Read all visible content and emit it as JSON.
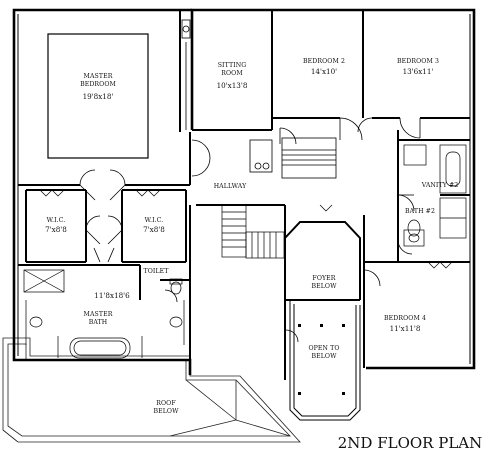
{
  "title": "2ND FLOOR PLAN",
  "rooms": {
    "master_bedroom": {
      "name_line1": "MASTER",
      "name_line2": "BEDROOM",
      "size": "19'8x18'"
    },
    "sitting_room": {
      "name_line1": "SITTING",
      "name_line2": "ROOM",
      "size": "10'x13'8"
    },
    "bedroom2": {
      "name": "BEDROOM 2",
      "size": "14'x10'"
    },
    "bedroom3": {
      "name": "BEDROOM 3",
      "size": "13'6x11'"
    },
    "hallway": {
      "name": "HALLWAY"
    },
    "vanity2": {
      "name": "VANITY #2"
    },
    "bath2": {
      "name": "BATH #2"
    },
    "wic_left": {
      "name": "W.I.C.",
      "size": "7'x8'8"
    },
    "wic_right": {
      "name": "W.I.C.",
      "size": "7'x8'8"
    },
    "toilet": {
      "name": "TOILET"
    },
    "master_bath": {
      "size": "11'8x18'6",
      "name_line1": "MASTER",
      "name_line2": "BATH"
    },
    "foyer_below": {
      "name_line1": "FOYER",
      "name_line2": "BELOW"
    },
    "bedroom4": {
      "name": "BEDROOM 4",
      "size": "11'x11'8"
    },
    "open_to_below": {
      "name_line1": "OPEN TO",
      "name_line2": "BELOW"
    },
    "roof_below": {
      "name_line1": "ROOF",
      "name_line2": "BELOW"
    }
  }
}
